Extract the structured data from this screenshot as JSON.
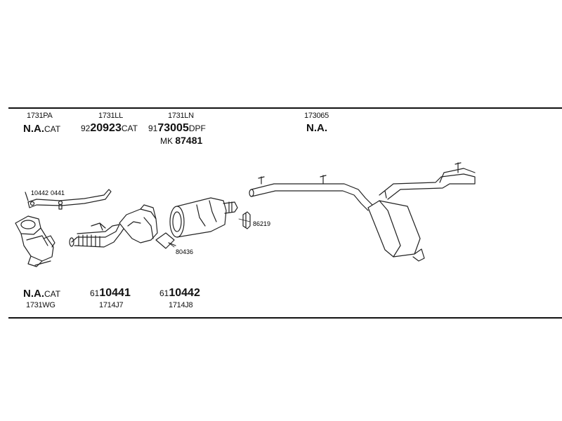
{
  "top_labels": [
    {
      "code": "1731PA",
      "pre": "",
      "main": "N.A.",
      "suf": "CAT"
    },
    {
      "code": "1731LL",
      "pre": "92",
      "main": "20923",
      "suf": "CAT"
    },
    {
      "code": "1731LN",
      "pre": "91",
      "main": "73005",
      "suf": "DPF",
      "extra_pre": "MK",
      "extra_main": "87481"
    },
    {
      "code": "173065",
      "pre": "",
      "main": "N.A.",
      "suf": ""
    }
  ],
  "bottom_labels": [
    {
      "code": "1731WG",
      "pre": "",
      "main": "N.A.",
      "suf": "CAT"
    },
    {
      "code": "1714J7",
      "pre": "61",
      "main": "10441",
      "suf": ""
    },
    {
      "code": "1714J8",
      "pre": "61",
      "main": "10442",
      "suf": ""
    }
  ],
  "callouts": {
    "bracket": "10442",
    "bracket2": "0441",
    "clamp": "86219",
    "gasket": "80436"
  }
}
